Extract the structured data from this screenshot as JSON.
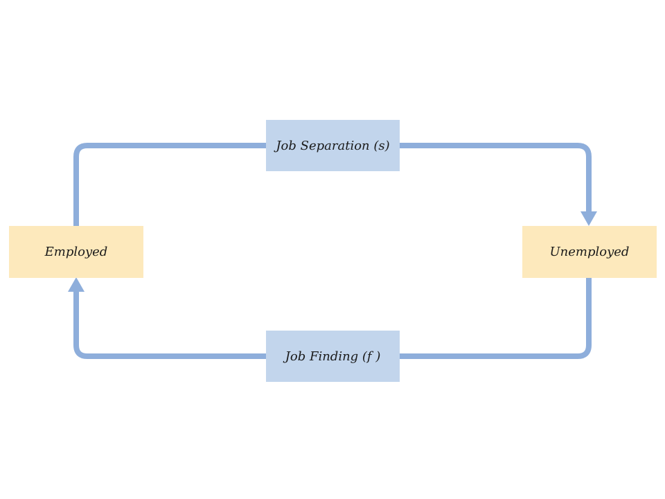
{
  "colors": {
    "state_fill": "#fde9bc",
    "transition_fill": "#c2d5ec",
    "arrow": "#8eaedb",
    "background": "#ffffff"
  },
  "states": {
    "employed": "Employed",
    "unemployed": "Unemployed"
  },
  "transitions": {
    "separation": "Job Separation (s)",
    "finding": "Job Finding (f )"
  }
}
